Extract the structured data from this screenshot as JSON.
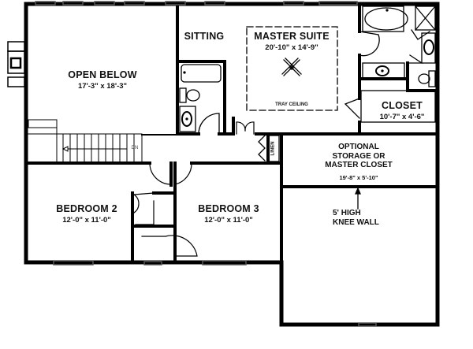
{
  "plan": {
    "type": "second-floor-plan",
    "colors": {
      "wall": "#000000",
      "fixture_line": "#000000",
      "background": "#ffffff",
      "window": "#555555"
    },
    "rooms": [
      {
        "id": "open-below",
        "name": "OPEN BELOW",
        "dimensions": "17'-3\" x 18'-3\""
      },
      {
        "id": "sitting",
        "name": "SITTING"
      },
      {
        "id": "master-suite",
        "name": "MASTER SUITE",
        "dimensions": "20'-10\" x 14'-9\"",
        "ceiling_note": "TRAY CEILING"
      },
      {
        "id": "closet",
        "name": "CLOSET",
        "dimensions": "10'-7\" x 4'-6\""
      },
      {
        "id": "optional-storage",
        "name_lines": [
          "OPTIONAL",
          "STORAGE OR",
          "MASTER CLOSET"
        ],
        "dimensions": "19'-8\" x 5'-10\""
      },
      {
        "id": "knee-wall",
        "name_lines": [
          "5' HIGH",
          "KNEE WALL"
        ]
      },
      {
        "id": "bedroom-2",
        "name": "BEDROOM 2",
        "dimensions": "12'-0\" x 11'-0\""
      },
      {
        "id": "bedroom-3",
        "name": "BEDROOM 3",
        "dimensions": "12'-0\" x 11'-0\""
      },
      {
        "id": "linen",
        "name": "LINEN"
      }
    ],
    "stairs": {
      "label": "DN"
    }
  }
}
